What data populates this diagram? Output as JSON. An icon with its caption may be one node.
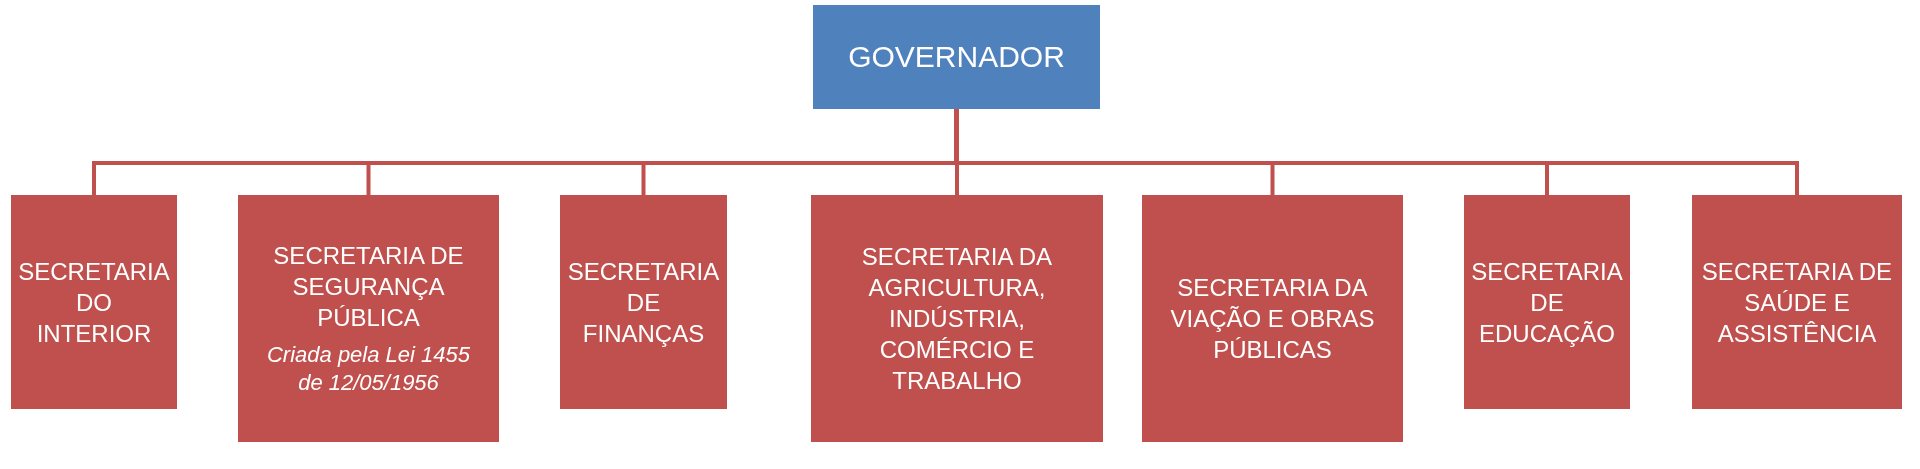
{
  "diagram": {
    "nodes": [
      {
        "text": [
          "GOVERNADOR"
        ]
      },
      {
        "text": [
          "SECRETARIA DO INTERIOR"
        ]
      },
      {
        "text": [
          "SECRETARIA DE SEGURANÇA PÚBLICA",
          "Criada pela Lei 1455 de 12/05/1956"
        ]
      },
      {
        "text": [
          "SECRETARIA DE FINANÇAS"
        ]
      },
      {
        "text": [
          "SECRETARIA DA AGRICULTURA, INDÚSTRIA, COMÉRCIO E TRABALHO"
        ]
      },
      {
        "text": [
          "SECRETARIA DA VIAÇÃO E OBRAS PÚBLICAS"
        ]
      },
      {
        "text": [
          "SECRETARIA DE EDUCAÇÃO"
        ]
      },
      {
        "text": [
          "SECRETARIA DE SAÚDE E ASSISTÊNCIA"
        ]
      }
    ],
    "edges": [
      {
        "from": 0,
        "to": 1,
        "arrow": "none"
      },
      {
        "from": 0,
        "to": 2,
        "arrow": "none"
      },
      {
        "from": 0,
        "to": 3,
        "arrow": "none"
      },
      {
        "from": 0,
        "to": 4,
        "arrow": "none"
      },
      {
        "from": 0,
        "to": 5,
        "arrow": "none"
      },
      {
        "from": 0,
        "to": 6,
        "arrow": "none"
      },
      {
        "from": 0,
        "to": 7,
        "arrow": "none"
      }
    ]
  }
}
